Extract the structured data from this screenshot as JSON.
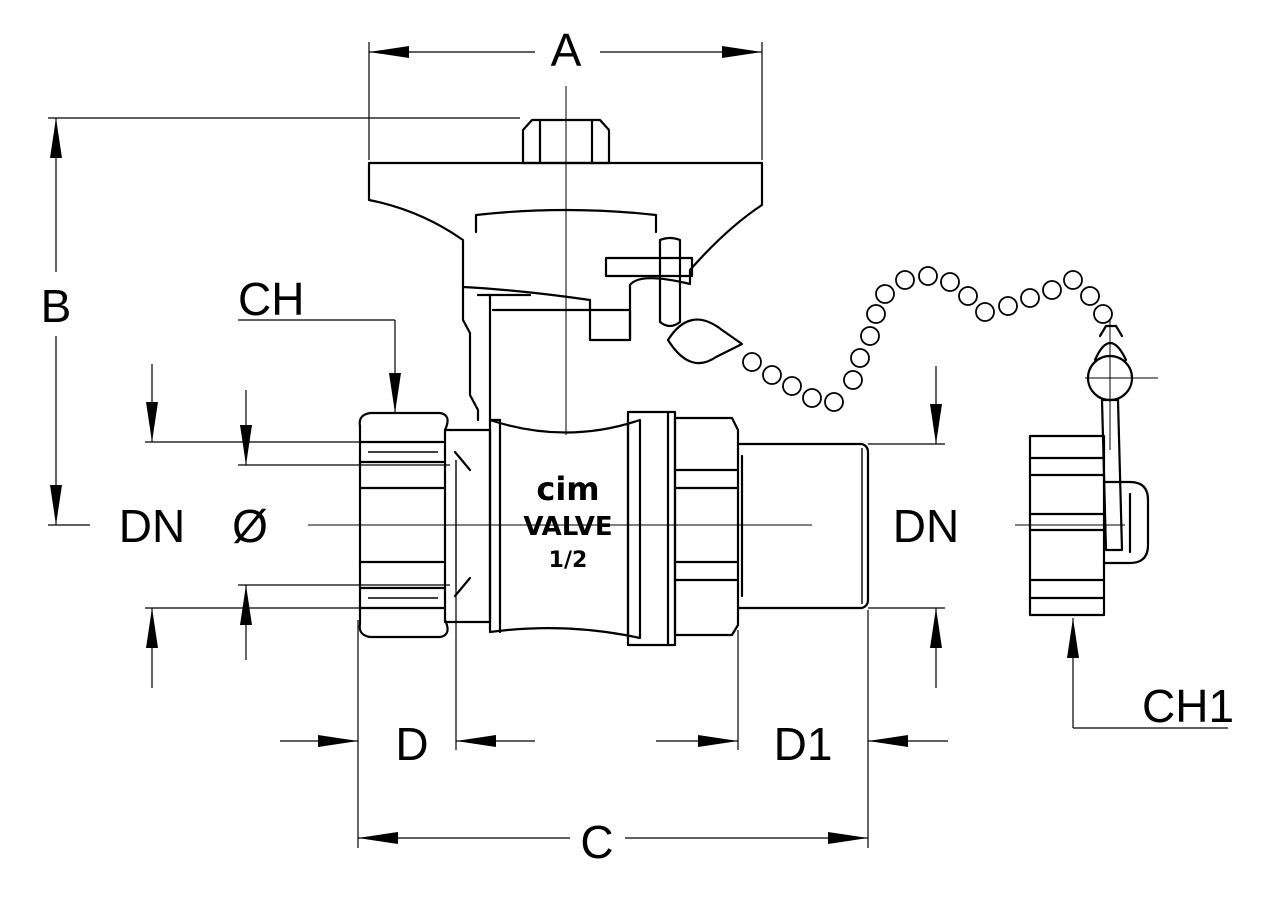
{
  "labels": {
    "a": "A",
    "b": "B",
    "c": "C",
    "d": "D",
    "d1": "D1",
    "ch": "CH",
    "ch1": "CH1",
    "dn_left": "DN",
    "diameter": "Ø",
    "dn_right": "DN"
  },
  "body_marking": {
    "brand": "cim",
    "model": "VALVE",
    "size": "1/2"
  }
}
